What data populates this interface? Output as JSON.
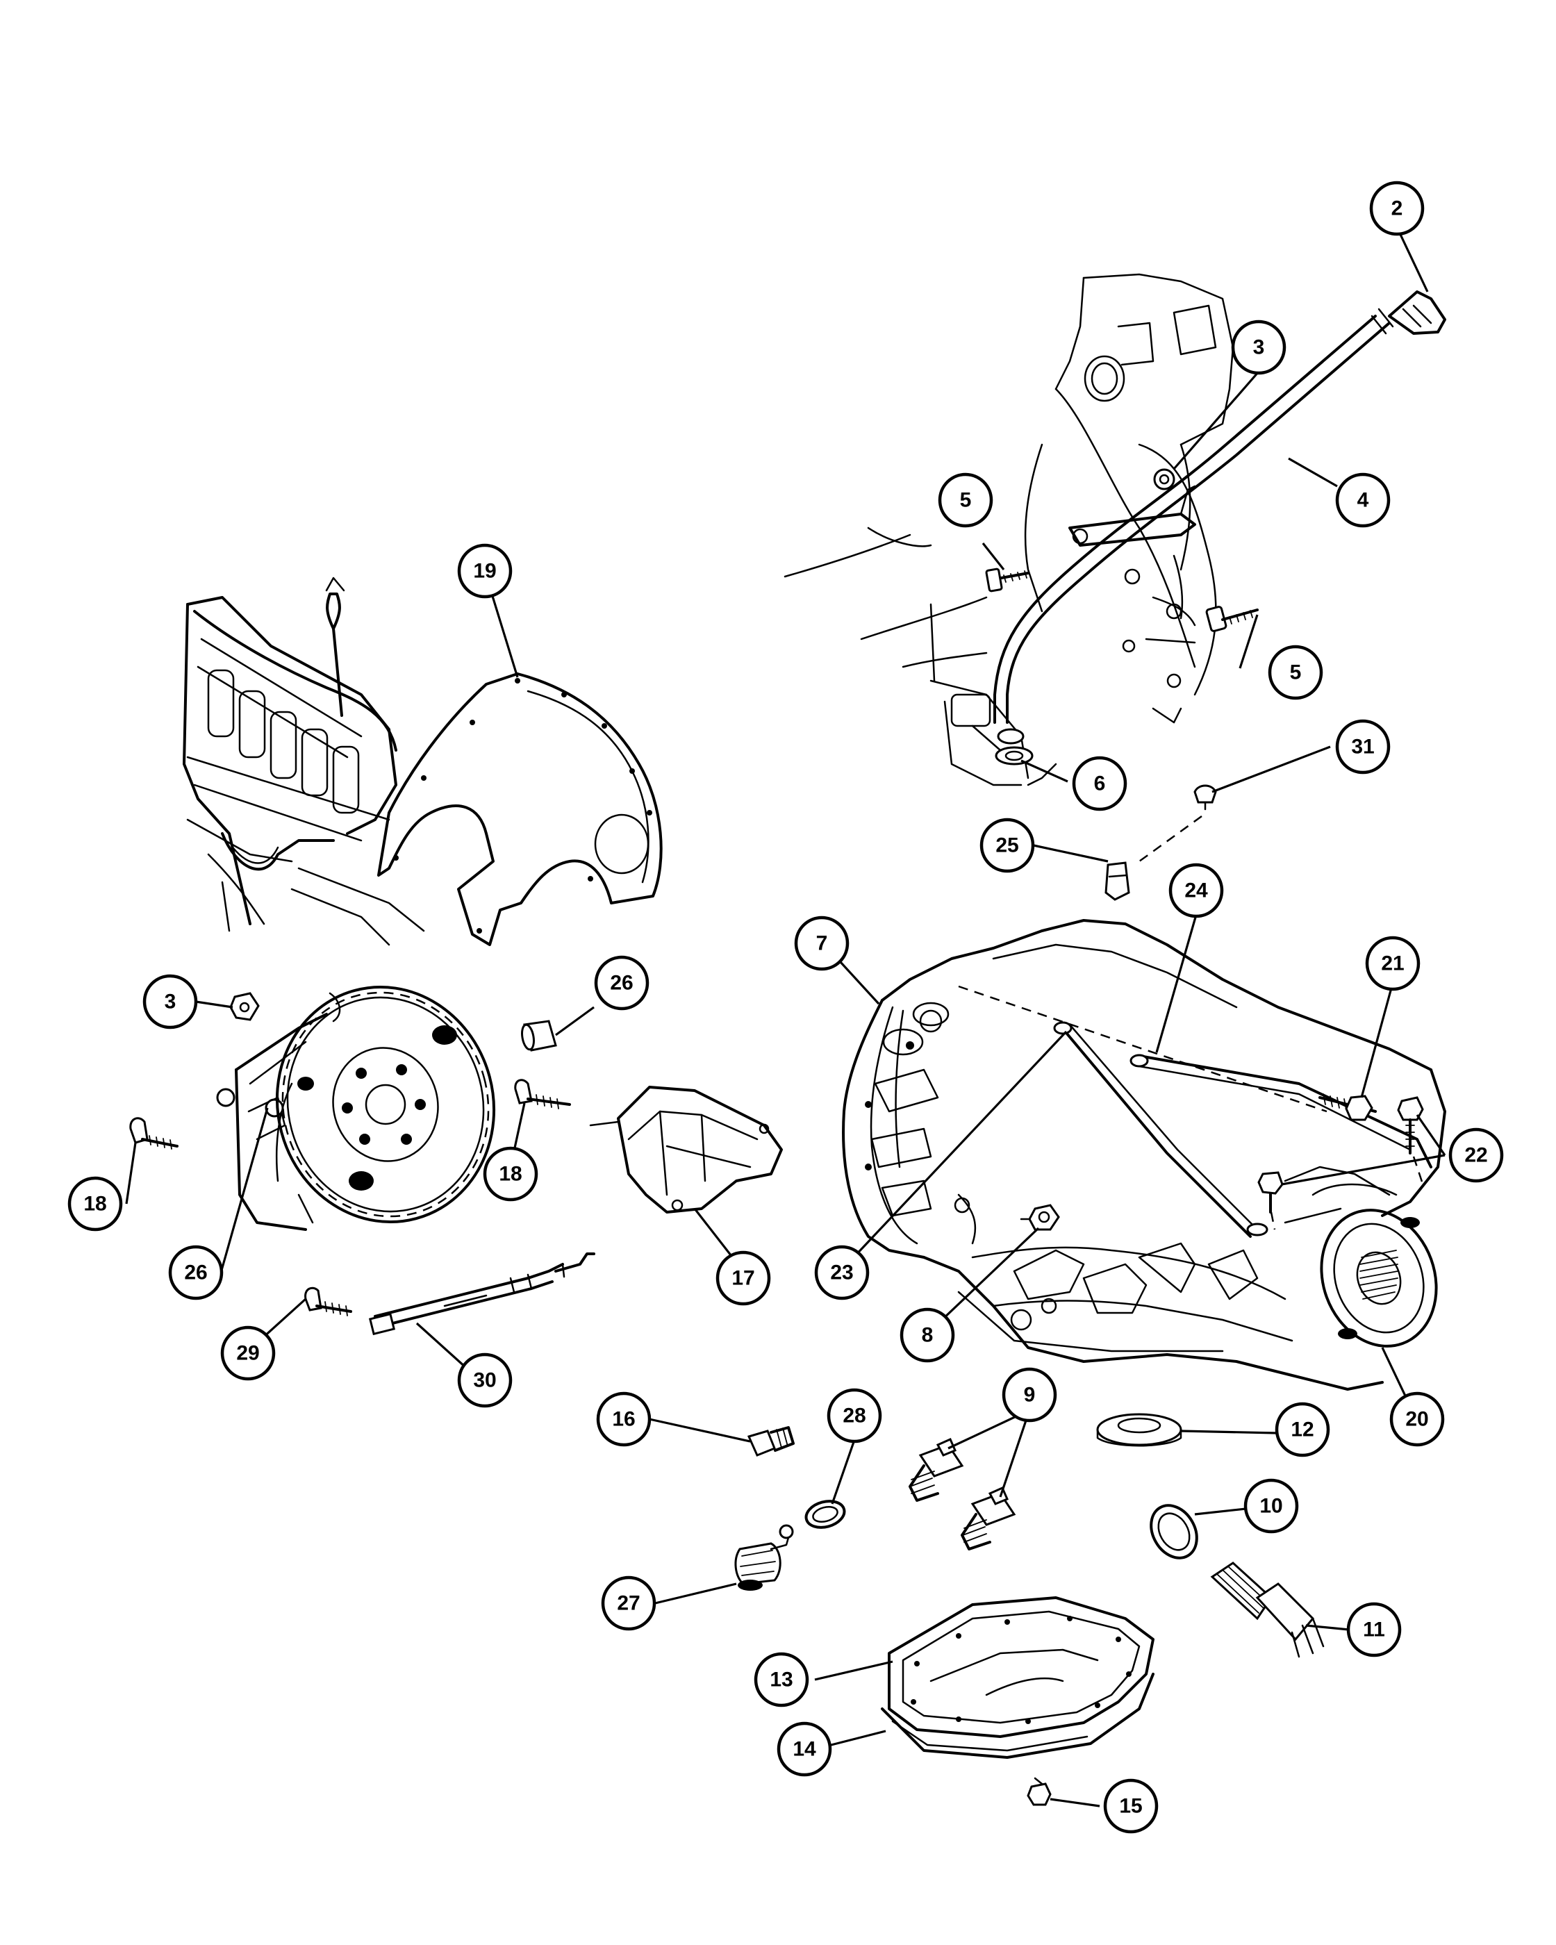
{
  "callouts": [
    {
      "id": "c2",
      "label": "2"
    },
    {
      "id": "c3a",
      "label": "3"
    },
    {
      "id": "c4",
      "label": "4"
    },
    {
      "id": "c5a",
      "label": "5"
    },
    {
      "id": "c5b",
      "label": "5"
    },
    {
      "id": "c6",
      "label": "6"
    },
    {
      "id": "c31",
      "label": "31"
    },
    {
      "id": "c25",
      "label": "25"
    },
    {
      "id": "c19",
      "label": "19"
    },
    {
      "id": "c24",
      "label": "24"
    },
    {
      "id": "c7",
      "label": "7"
    },
    {
      "id": "c21",
      "label": "21"
    },
    {
      "id": "c3b",
      "label": "3"
    },
    {
      "id": "c26a",
      "label": "26"
    },
    {
      "id": "c22",
      "label": "22"
    },
    {
      "id": "c18a",
      "label": "18"
    },
    {
      "id": "c18b",
      "label": "18"
    },
    {
      "id": "c26b",
      "label": "26"
    },
    {
      "id": "c17",
      "label": "17"
    },
    {
      "id": "c23",
      "label": "23"
    },
    {
      "id": "c8",
      "label": "8"
    },
    {
      "id": "c29",
      "label": "29"
    },
    {
      "id": "c30",
      "label": "30"
    },
    {
      "id": "c16",
      "label": "16"
    },
    {
      "id": "c28",
      "label": "28"
    },
    {
      "id": "c9",
      "label": "9"
    },
    {
      "id": "c12",
      "label": "12"
    },
    {
      "id": "c20",
      "label": "20"
    },
    {
      "id": "c10",
      "label": "10"
    },
    {
      "id": "c27",
      "label": "27"
    },
    {
      "id": "c11",
      "label": "11"
    },
    {
      "id": "c13",
      "label": "13"
    },
    {
      "id": "c14",
      "label": "14"
    },
    {
      "id": "c15",
      "label": "15"
    }
  ]
}
